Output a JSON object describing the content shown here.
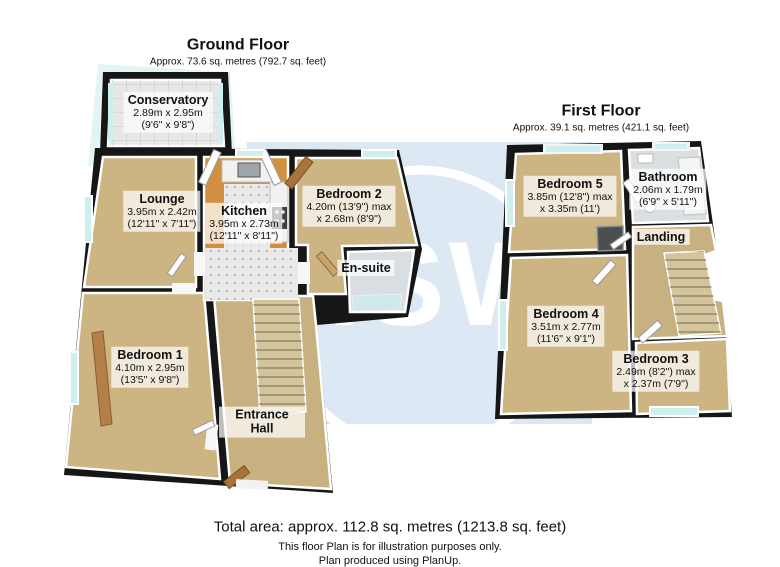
{
  "watermark": {
    "text": "HSW",
    "bg_color": "#dce9f4",
    "ring_color": "#ffffff"
  },
  "colors": {
    "wall": "#161616",
    "carpet": "#ccb483",
    "kitchen_wood": "#d1903f",
    "tile": "#e9e9e9",
    "wet_room": "#d9dee2",
    "glass": "#cfeef0",
    "stairs": "#d4c49c",
    "door_wood": "#a9743c"
  },
  "ground_floor": {
    "title": "Ground Floor",
    "subtitle": "Approx. 73.6 sq. metres (792.7 sq. feet)",
    "rooms": {
      "conservatory": {
        "name": "Conservatory",
        "dim1": "2.89m x 2.95m",
        "dim2": "(9'6\" x 9'8\")"
      },
      "lounge": {
        "name": "Lounge",
        "dim1": "3.95m x 2.42m",
        "dim2": "(12'11\" x 7'11\")"
      },
      "kitchen": {
        "name": "Kitchen",
        "dim1": "3.95m x 2.73m",
        "dim2": "(12'11\" x 8'11\")"
      },
      "bedroom2": {
        "name": "Bedroom 2",
        "dim1": "4.20m (13'9\") max",
        "dim2": "x 2.68m (8'9\")"
      },
      "ensuite": {
        "name": "En-suite"
      },
      "bedroom1": {
        "name": "Bedroom 1",
        "dim1": "4.10m x 2.95m",
        "dim2": "(13'5\" x 9'8\")"
      },
      "entrance_hall": {
        "name": "Entrance Hall"
      }
    }
  },
  "first_floor": {
    "title": "First Floor",
    "subtitle": "Approx. 39.1 sq. metres (421.1 sq. feet)",
    "rooms": {
      "bedroom5": {
        "name": "Bedroom 5",
        "dim1": "3.85m (12'8\") max",
        "dim2": "x 3.35m (11')"
      },
      "bathroom": {
        "name": "Bathroom",
        "dim1": "2.06m x 1.79m",
        "dim2": "(6'9\" x 5'11\")"
      },
      "landing": {
        "name": "Landing"
      },
      "bedroom4": {
        "name": "Bedroom 4",
        "dim1": "3.51m x 2.77m",
        "dim2": "(11'6\" x 9'1\")"
      },
      "bedroom3": {
        "name": "Bedroom 3",
        "dim1": "2.49m (8'2\") max",
        "dim2": "x 2.37m (7'9\")"
      }
    }
  },
  "footer": {
    "total_area": "Total area: approx. 112.8 sq. metres (1213.8 sq. feet)",
    "disclaimer1": "This floor Plan is for illustration purposes only.",
    "disclaimer2": "Plan produced using PlanUp."
  }
}
